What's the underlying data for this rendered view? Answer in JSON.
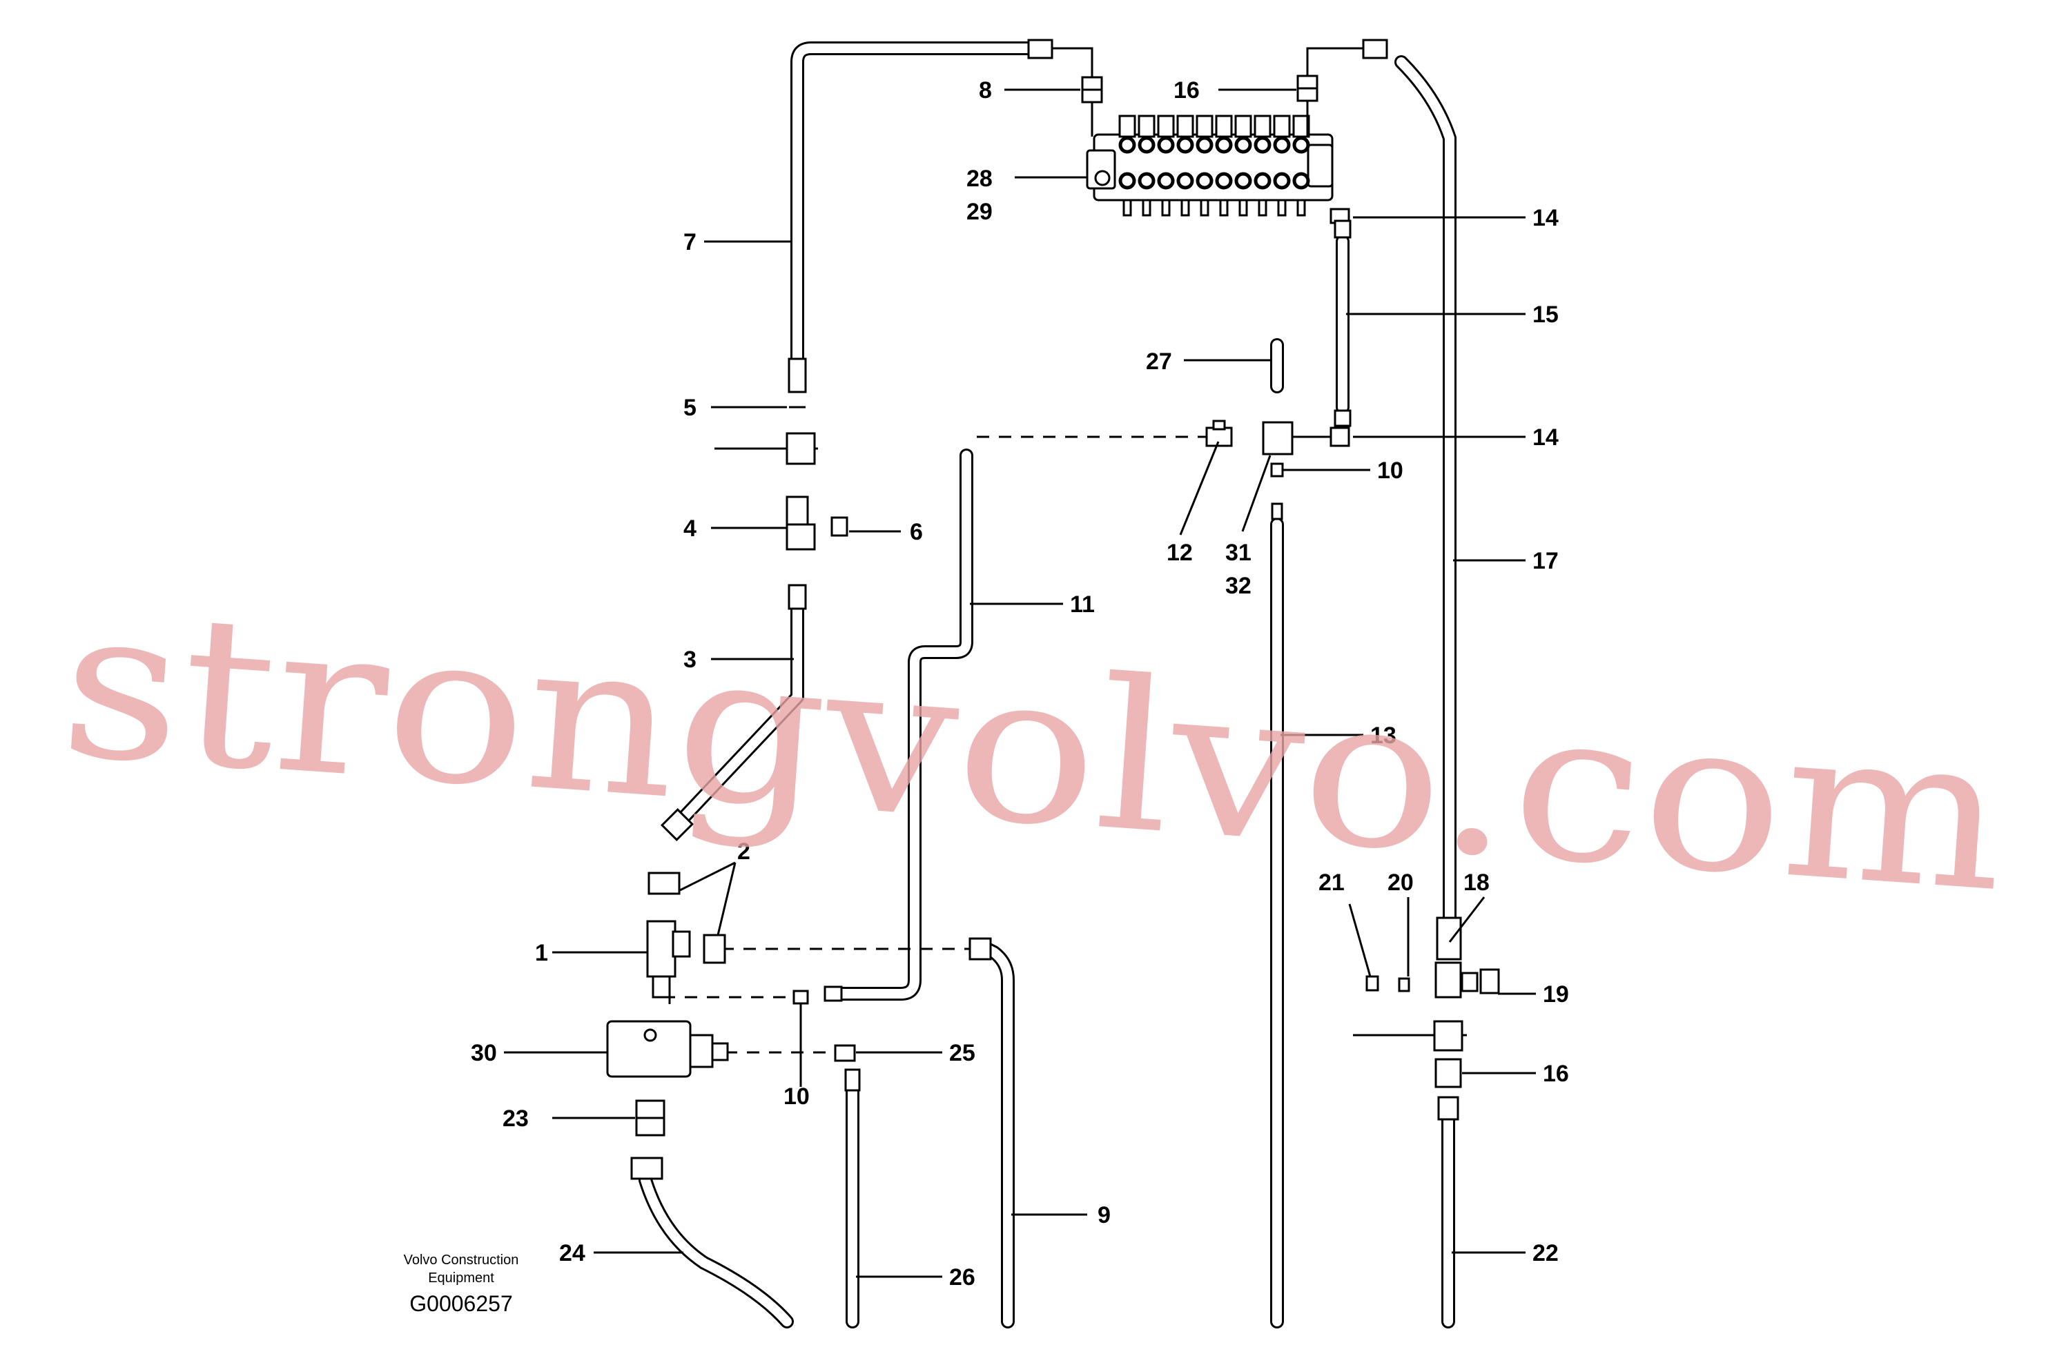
{
  "watermark": "strongvolvo.com",
  "caption": {
    "line1": "Volvo Construction",
    "line2": "Equipment",
    "code": "G0006257"
  },
  "callouts": [
    {
      "id": "c1",
      "text": "1"
    },
    {
      "id": "c2",
      "text": "2"
    },
    {
      "id": "c3",
      "text": "3"
    },
    {
      "id": "c4",
      "text": "4"
    },
    {
      "id": "c5",
      "text": "5"
    },
    {
      "id": "c6",
      "text": "6"
    },
    {
      "id": "c7",
      "text": "7"
    },
    {
      "id": "c8",
      "text": "8"
    },
    {
      "id": "c9",
      "text": "9"
    },
    {
      "id": "c10a",
      "text": "10"
    },
    {
      "id": "c10b",
      "text": "10"
    },
    {
      "id": "c11",
      "text": "11"
    },
    {
      "id": "c12",
      "text": "12"
    },
    {
      "id": "c13",
      "text": "13"
    },
    {
      "id": "c14a",
      "text": "14"
    },
    {
      "id": "c14b",
      "text": "14"
    },
    {
      "id": "c15",
      "text": "15"
    },
    {
      "id": "c16a",
      "text": "16"
    },
    {
      "id": "c16b",
      "text": "16"
    },
    {
      "id": "c17",
      "text": "17"
    },
    {
      "id": "c18",
      "text": "18"
    },
    {
      "id": "c19",
      "text": "19"
    },
    {
      "id": "c20",
      "text": "20"
    },
    {
      "id": "c21",
      "text": "21"
    },
    {
      "id": "c22",
      "text": "22"
    },
    {
      "id": "c23",
      "text": "23"
    },
    {
      "id": "c24",
      "text": "24"
    },
    {
      "id": "c25",
      "text": "25"
    },
    {
      "id": "c26",
      "text": "26"
    },
    {
      "id": "c27",
      "text": "27"
    },
    {
      "id": "c28",
      "text": "28"
    },
    {
      "id": "c29",
      "text": "29"
    },
    {
      "id": "c30",
      "text": "30"
    },
    {
      "id": "c31",
      "text": "31"
    },
    {
      "id": "c32",
      "text": "32"
    }
  ]
}
